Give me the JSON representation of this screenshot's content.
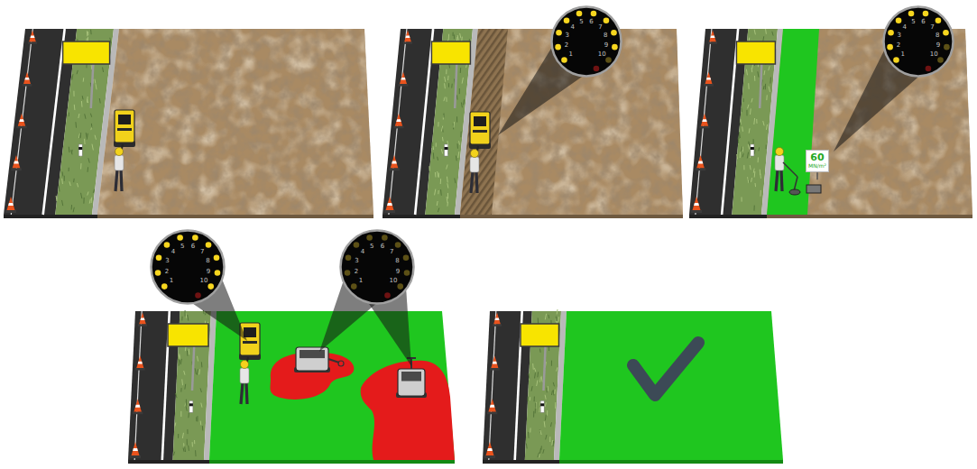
{
  "diagram": {
    "nodes": [
      {
        "text": [
          "1",
          "2",
          "3",
          "4",
          "5",
          "6",
          "7",
          "8",
          "9",
          "10"
        ]
      },
      {
        "text": [
          "1",
          "2",
          "3",
          "4",
          "5",
          "6",
          "7",
          "8",
          "9",
          "10"
        ]
      },
      {
        "text": [
          "60",
          "MN/m²"
        ]
      },
      {
        "text": [
          "1",
          "2",
          "3",
          "4",
          "5",
          "6",
          "7",
          "8",
          "9",
          "10"
        ]
      },
      {
        "text": [
          "1",
          "2",
          "3",
          "4",
          "5",
          "6",
          "7",
          "8",
          "9",
          "10"
        ]
      }
    ]
  }
}
